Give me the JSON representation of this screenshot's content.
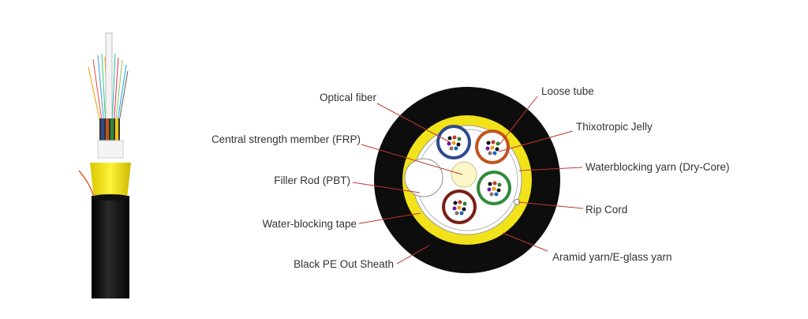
{
  "labels": {
    "optical_fiber": "Optical fiber",
    "central_strength_member": "Central strength member (FRP)",
    "filler_rod": "Filler Rod (PBT)",
    "water_blocking_tape": "Water-blocking tape",
    "black_pe_out_sheath": "Black PE Out Sheath",
    "loose_tube": "Loose tube",
    "thixotropic_jelly": "Thixotropic Jelly",
    "waterblocking_yarn": "Waterblocking yarn (Dry-Core)",
    "rip_cord": "Rip Cord",
    "aramid_yarn": "Aramid yarn/E-glass yarn"
  },
  "colors": {
    "sheath": "#0d0d0d",
    "aramid": "#f1e21a",
    "tape": "#ffffff",
    "leader": "#c0392b",
    "frp": "#fbf6c8",
    "tube_blue": "#2e4a8c",
    "tube_orange": "#c0541e",
    "tube_green": "#2f8a3a",
    "tube_brown": "#7a1e16"
  }
}
